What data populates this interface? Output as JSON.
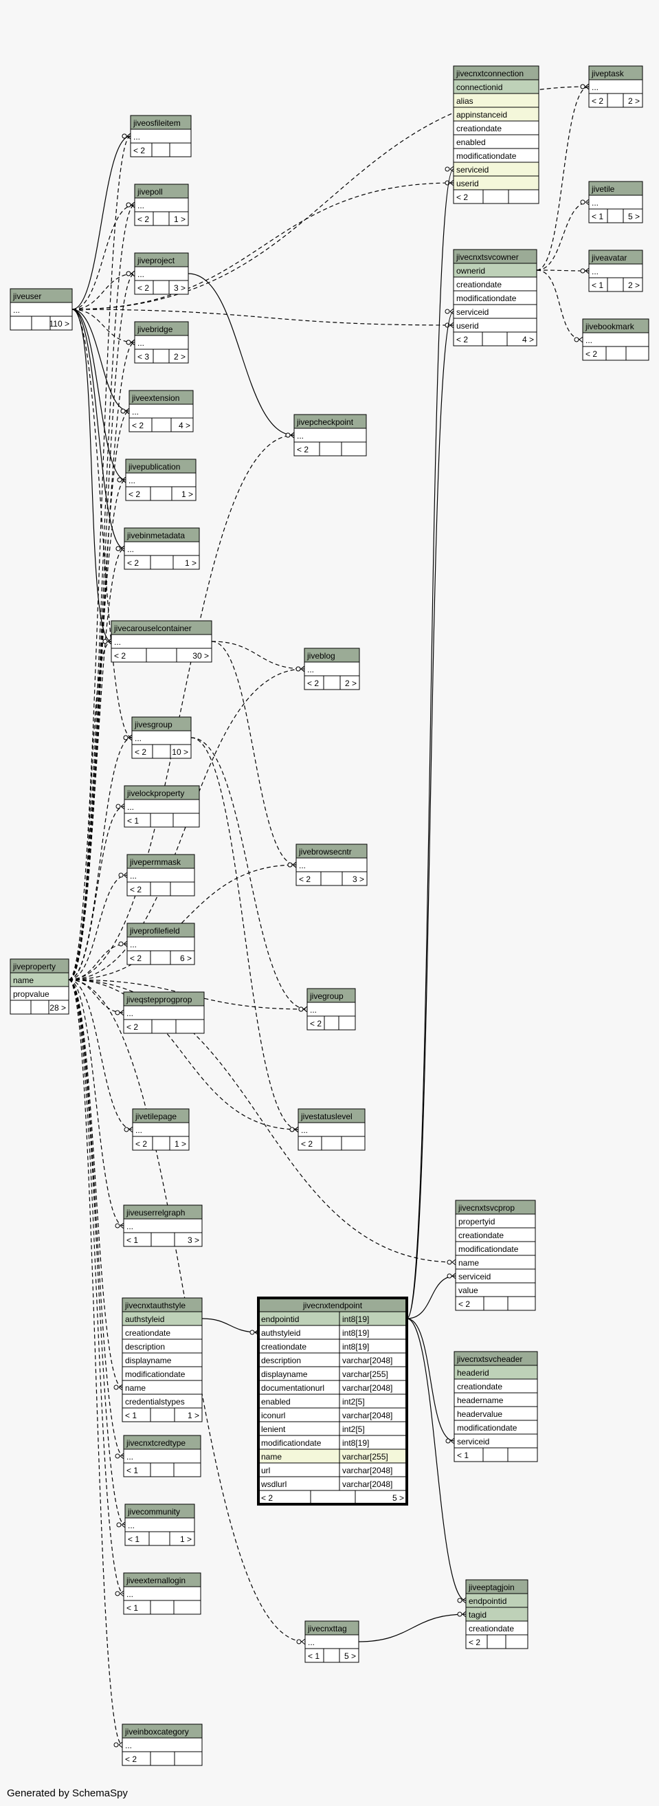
{
  "caption": "Generated by SchemaSpy",
  "colors": {
    "background": "#f7f7f7",
    "table_header": "#9bab96",
    "key_column": "#bed1b8",
    "indexed_column": "#f4f7da",
    "plain_column": "#ffffff",
    "line": "#000000"
  },
  "tables": {
    "jiveuser": {
      "title": "jiveuser",
      "rows": [
        "..."
      ],
      "footer": [
        "",
        "",
        "110 >"
      ]
    },
    "jiveproperty": {
      "title": "jiveproperty",
      "key_rows": [
        "name"
      ],
      "rows": [
        "propvalue"
      ],
      "footer": [
        "",
        "",
        "28 >"
      ]
    },
    "jiveosfileitem": {
      "title": "jiveosfileitem",
      "rows": [
        "..."
      ],
      "footer": [
        "< 2",
        "",
        ""
      ]
    },
    "jivepoll": {
      "title": "jivepoll",
      "rows": [
        "..."
      ],
      "footer": [
        "< 2",
        "",
        "1 >"
      ]
    },
    "jiveproject": {
      "title": "jiveproject",
      "rows": [
        "..."
      ],
      "footer": [
        "< 2",
        "",
        "3 >"
      ]
    },
    "jivebridge": {
      "title": "jivebridge",
      "rows": [
        "..."
      ],
      "footer": [
        "< 3",
        "",
        "2 >"
      ]
    },
    "jiveextension": {
      "title": "jiveextension",
      "rows": [
        "..."
      ],
      "footer": [
        "< 2",
        "",
        "4 >"
      ]
    },
    "jivepublication": {
      "title": "jivepublication",
      "rows": [
        "..."
      ],
      "footer": [
        "< 2",
        "",
        "1 >"
      ]
    },
    "jivebinmetadata": {
      "title": "jivebinmetadata",
      "rows": [
        "..."
      ],
      "footer": [
        "< 2",
        "",
        "1 >"
      ]
    },
    "jivecarouselcontainer": {
      "title": "jivecarouselcontainer",
      "rows": [
        "..."
      ],
      "footer": [
        "< 2",
        "",
        "30 >"
      ]
    },
    "jivesgroup": {
      "title": "jivesgroup",
      "rows": [
        "..."
      ],
      "footer": [
        "< 2",
        "",
        "10 >"
      ]
    },
    "jivelockproperty": {
      "title": "jivelockproperty",
      "rows": [
        "..."
      ],
      "footer": [
        "< 1",
        "",
        ""
      ]
    },
    "jivepermmask": {
      "title": "jivepermmask",
      "rows": [
        "..."
      ],
      "footer": [
        "< 2",
        "",
        ""
      ]
    },
    "jiveprofilefield": {
      "title": "jiveprofilefield",
      "rows": [
        "..."
      ],
      "footer": [
        "< 2",
        "",
        "6 >"
      ]
    },
    "jiveqstepprogprop": {
      "title": "jiveqstepprogprop",
      "rows": [
        "..."
      ],
      "footer": [
        "< 2",
        "",
        ""
      ]
    },
    "jivetilepage": {
      "title": "jivetilepage",
      "rows": [
        "..."
      ],
      "footer": [
        "< 2",
        "",
        "1 >"
      ]
    },
    "jiveuserrelgraph": {
      "title": "jiveuserrelgraph",
      "rows": [
        "..."
      ],
      "footer": [
        "< 1",
        "",
        "3 >"
      ]
    },
    "jivecnxtauthstyle": {
      "title": "jivecnxtauthstyle",
      "key_rows": [
        "authstyleid"
      ],
      "rows": [
        "creationdate",
        "description",
        "displayname",
        "modificationdate",
        "name",
        "credentialstypes"
      ],
      "footer": [
        "< 1",
        "",
        "1 >"
      ]
    },
    "jivecnxtcredtype": {
      "title": "jivecnxtcredtype",
      "rows": [
        "..."
      ],
      "footer": [
        "< 1",
        "",
        ""
      ]
    },
    "jivecommunity": {
      "title": "jivecommunity",
      "rows": [
        "..."
      ],
      "footer": [
        "< 1",
        "",
        "1 >"
      ]
    },
    "jiveexternallogin": {
      "title": "jiveexternallogin",
      "rows": [
        "..."
      ],
      "footer": [
        "< 1",
        "",
        ""
      ]
    },
    "jiveinboxcategory": {
      "title": "jiveinboxcategory",
      "rows": [
        "..."
      ],
      "footer": [
        "< 2",
        "",
        ""
      ]
    },
    "jivepcheckpoint": {
      "title": "jivepcheckpoint",
      "rows": [
        "..."
      ],
      "footer": [
        "< 2",
        "",
        ""
      ]
    },
    "jiveblog": {
      "title": "jiveblog",
      "rows": [
        "..."
      ],
      "footer": [
        "< 2",
        "",
        "2 >"
      ]
    },
    "jivebrowsecntr": {
      "title": "jivebrowsecntr",
      "rows": [
        "..."
      ],
      "footer": [
        "< 2",
        "",
        "3 >"
      ]
    },
    "jivegroup": {
      "title": "jivegroup",
      "rows": [
        "..."
      ],
      "footer": [
        "< 2",
        "",
        ""
      ]
    },
    "jivestatuslevel": {
      "title": "jivestatuslevel",
      "rows": [
        "..."
      ],
      "footer": [
        "< 2",
        "",
        ""
      ]
    },
    "jivecnxttag": {
      "title": "jivecnxttag",
      "rows": [
        "..."
      ],
      "footer": [
        "< 1",
        "",
        "5 >"
      ]
    },
    "jivecnxtconnection": {
      "title": "jivecnxtconnection",
      "key_rows": [
        "connectionid"
      ],
      "rows": [
        "alias",
        "appinstanceid",
        "creationdate",
        "enabled",
        "modificationdate",
        "serviceid",
        "userid"
      ],
      "indexed_rows": [
        "alias",
        "appinstanceid",
        "serviceid",
        "userid"
      ],
      "footer": [
        "< 2",
        "",
        ""
      ]
    },
    "jivecnxtsvcowner": {
      "title": "jivecnxtsvcowner",
      "key_rows": [
        "ownerid"
      ],
      "rows": [
        "creationdate",
        "modificationdate",
        "serviceid",
        "userid"
      ],
      "footer": [
        "< 2",
        "",
        "4 >"
      ]
    },
    "jiveptask": {
      "title": "jiveptask",
      "rows": [
        "..."
      ],
      "footer": [
        "< 2",
        "",
        "2 >"
      ]
    },
    "jivetile": {
      "title": "jivetile",
      "rows": [
        "..."
      ],
      "footer": [
        "< 1",
        "",
        "5 >"
      ]
    },
    "jiveavatar": {
      "title": "jiveavatar",
      "rows": [
        "..."
      ],
      "footer": [
        "< 1",
        "",
        "2 >"
      ]
    },
    "jivebookmark": {
      "title": "jivebookmark",
      "rows": [
        "..."
      ],
      "footer": [
        "< 2",
        "",
        ""
      ]
    },
    "jivecnxtsvcprop": {
      "title": "jivecnxtsvcprop",
      "rows": [
        "propertyid",
        "creationdate",
        "modificationdate",
        "name",
        "serviceid",
        "value"
      ],
      "footer": [
        "< 2",
        "",
        ""
      ]
    },
    "jivecnxtsvcheader": {
      "title": "jivecnxtsvcheader",
      "key_rows": [
        "headerid"
      ],
      "rows": [
        "creationdate",
        "headername",
        "headervalue",
        "modificationdate",
        "serviceid"
      ],
      "footer": [
        "< 1",
        "",
        ""
      ]
    },
    "jiveeptagjoin": {
      "title": "jiveeptagjoin",
      "key_rows": [
        "endpointid",
        "tagid"
      ],
      "rows": [
        "creationdate"
      ],
      "footer": [
        "< 2",
        "",
        ""
      ]
    },
    "jivecnxtendpoint": {
      "title": "jivecnxtendpoint",
      "columns": [
        {
          "name": "endpointid",
          "type": "int8[19]"
        },
        {
          "name": "authstyleid",
          "type": "int8[19]"
        },
        {
          "name": "creationdate",
          "type": "int8[19]"
        },
        {
          "name": "description",
          "type": "varchar[2048]"
        },
        {
          "name": "displayname",
          "type": "varchar[255]"
        },
        {
          "name": "documentationurl",
          "type": "varchar[2048]"
        },
        {
          "name": "enabled",
          "type": "int2[5]"
        },
        {
          "name": "iconurl",
          "type": "varchar[2048]"
        },
        {
          "name": "lenient",
          "type": "int2[5]"
        },
        {
          "name": "modificationdate",
          "type": "int8[19]"
        },
        {
          "name": "name",
          "type": "varchar[255]"
        },
        {
          "name": "url",
          "type": "varchar[2048]"
        },
        {
          "name": "wsdlurl",
          "type": "varchar[2048]"
        }
      ],
      "key_rows": [
        "endpointid"
      ],
      "indexed_rows": [
        "name"
      ],
      "footer": [
        "< 2",
        "",
        "5 >"
      ]
    }
  }
}
